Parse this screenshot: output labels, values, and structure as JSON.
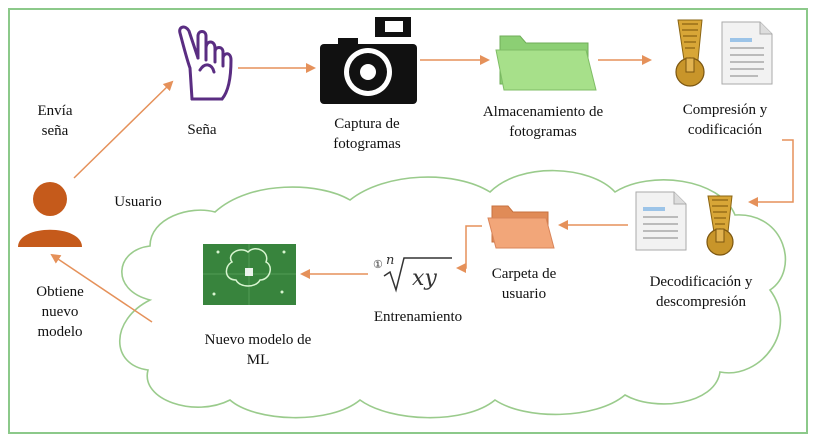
{
  "colors": {
    "frame": "#8cc98a",
    "cloud_stroke": "#9acb8c",
    "arrow": "#e5915a",
    "user": "#c55a1b",
    "folder_green": "#a7e08a",
    "folder_orange": "#f2a679",
    "hand": "#5a2d82",
    "zip": "#c8952a"
  },
  "icons": {
    "user": "user-icon",
    "hand": "hand-sign-icon",
    "camera": "camera-icon",
    "folder_green": "folder-icon",
    "compress": "zip-file-icon",
    "decompress": "zip-file-icon",
    "folder_orange": "folder-icon",
    "math": "nth-root-icon",
    "ml": "brain-image-icon"
  },
  "labels": {
    "envia_sena": "Envía\nseña",
    "usuario": "Usuario",
    "sena": "Seña",
    "captura": "Captura de\nfotogramas",
    "almacenamiento": "Almacenamiento de\nfotogramas",
    "compresion": "Compresión y\ncodificación",
    "decodificacion": "Decodificación y\ndescompresión",
    "carpeta": "Carpeta de\nusuario",
    "entrenamiento": "Entrenamiento",
    "nuevo_modelo_ml": "Nuevo modelo de\nML",
    "obtiene": "Obtiene\nnuevo\nmodelo"
  },
  "math_formula": {
    "index_circle": "①",
    "index": "n",
    "radicand": "xy"
  }
}
